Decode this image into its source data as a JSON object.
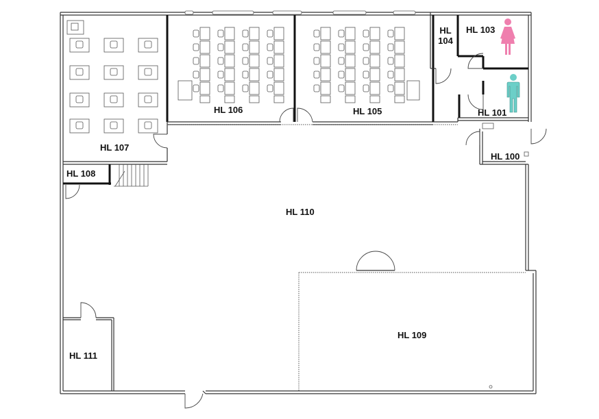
{
  "rooms": {
    "hl100": "HL 100",
    "hl101": "HL 101",
    "hl103": "HL 103",
    "hl104_line1": "HL",
    "hl104_line2": "104",
    "hl105": "HL 105",
    "hl106": "HL 106",
    "hl107": "HL 107",
    "hl108": "HL 108",
    "hl109": "HL 109",
    "hl110": "HL 110",
    "hl111": "HL 111"
  },
  "icons": {
    "women_restroom": "female-figure-icon",
    "men_restroom": "male-figure-icon"
  },
  "colors": {
    "women_icon": "#ef7fae",
    "men_icon": "#6ccfc8",
    "walls": "#333333",
    "background": "#ffffff"
  }
}
